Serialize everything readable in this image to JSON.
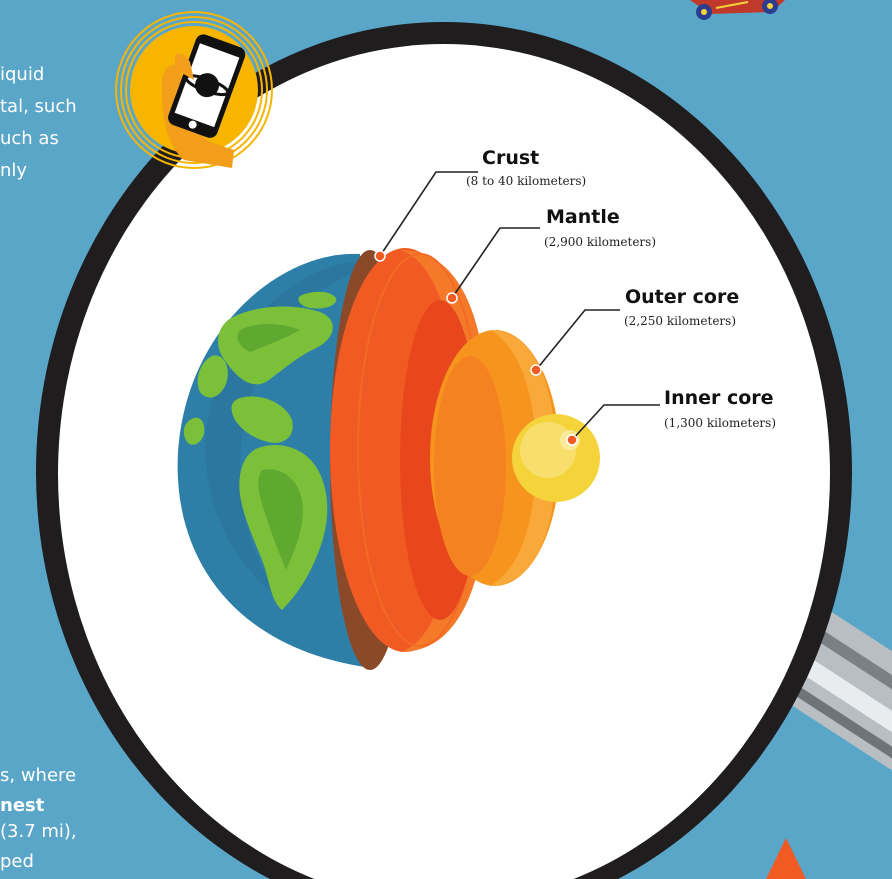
{
  "background_text": {
    "top_lines": [
      "iquid",
      "tal, such",
      "uch as",
      "nly"
    ],
    "bottom_lines": [
      {
        "pre": "s, where",
        "bold": ""
      },
      {
        "pre": "",
        "bold": "nest"
      },
      {
        "pre": "(3.7 mi),",
        "bold": ""
      },
      {
        "pre": "ped",
        "bold": ""
      }
    ]
  },
  "layers": [
    {
      "title": "Crust",
      "thickness": "(8 to 40 kilometers)"
    },
    {
      "title": "Mantle",
      "thickness": "(2,900 kilometers)"
    },
    {
      "title": "Outer core",
      "thickness": "(2,250 kilometers)"
    },
    {
      "title": "Inner core",
      "thickness": "(1,300 kilometers)"
    }
  ],
  "icons": {
    "badge": "phone-planet-icon",
    "top_right": "vehicle-illustration"
  },
  "colors": {
    "background": "#5aa6c8",
    "lens_ring": "#1f1d1d",
    "ocean": "#2e7fa8",
    "land": "#7cc03a",
    "crust": "#8a4a2a",
    "mantle": "#f15a22",
    "outer_core": "#f7941d",
    "inner_core": "#f5d33a",
    "badge": "#f7b500"
  }
}
